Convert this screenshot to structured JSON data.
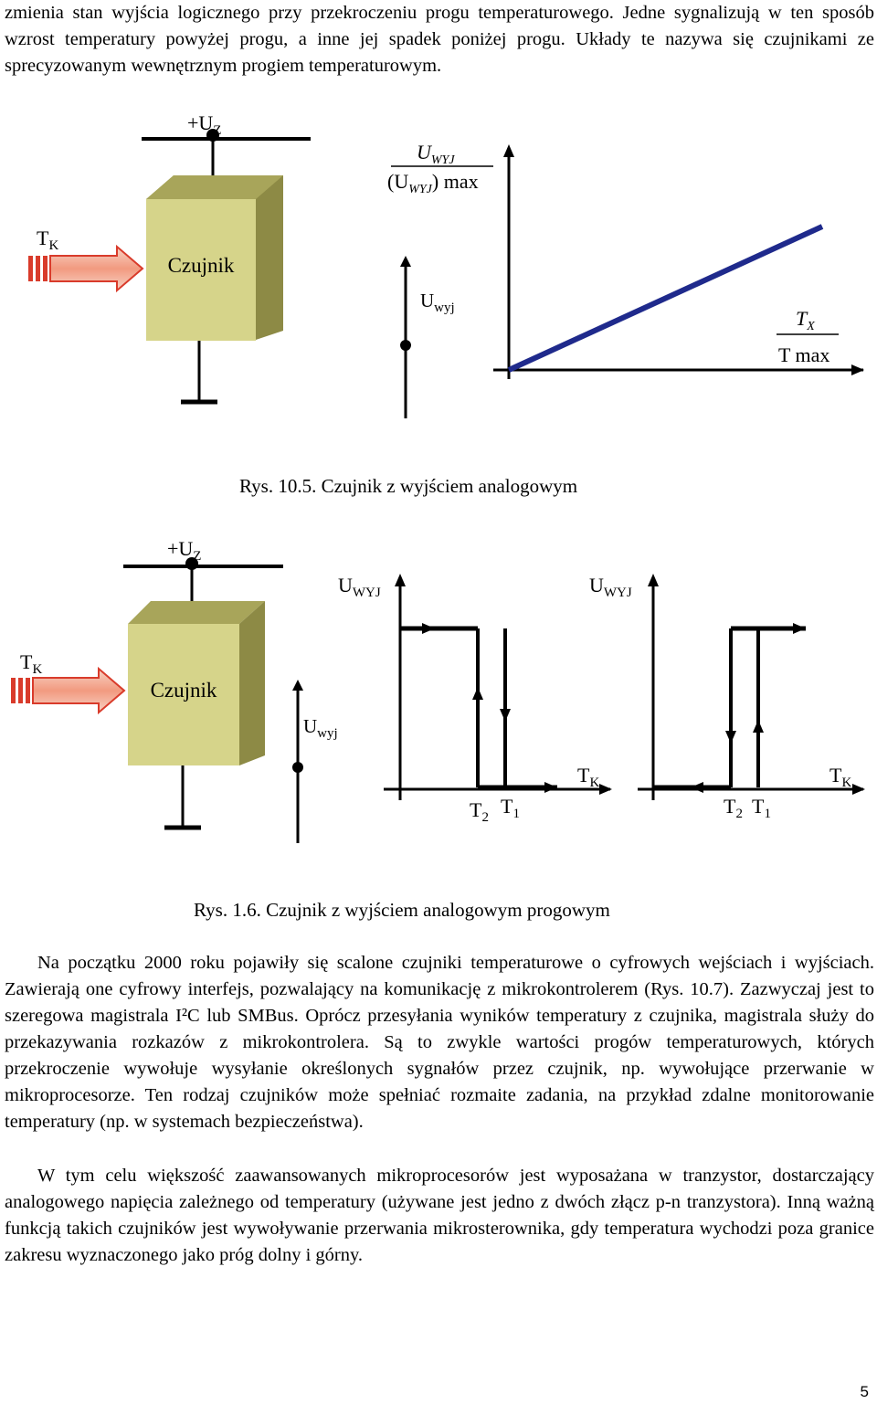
{
  "intro_text": "zmienia stan wyjścia logicznego przy przekroczeniu progu temperaturowego. Jedne sygnalizują w ten sposób wzrost temperatury powyżej progu, a inne jej spadek poniżej progu. Układy te nazywa się czujnikami ze sprecyzowanym wewnętrznym progiem temperaturowym.",
  "figure1": {
    "supply_label": "+U",
    "supply_sub": "Z",
    "input_label": "T",
    "input_sub": "K",
    "sensor_label": "Czujnik",
    "output_label": "U",
    "output_sub": "wyj",
    "y_axis_num": "U",
    "y_axis_num_sub": "WYJ",
    "y_axis_den": "(U",
    "y_axis_den_sub": "WYJ",
    "y_axis_den_tail": ") max",
    "x_axis_num": "T",
    "x_axis_num_sub": "X",
    "x_axis_den": "T max",
    "caption": "Rys. 10.5. Czujnik z wyjściem analogowym",
    "line_color": "#1f2a8c"
  },
  "figure2": {
    "supply_label": "+U",
    "supply_sub": "Z",
    "input_label": "T",
    "input_sub": "K",
    "sensor_label": "Czujnik",
    "output_label": "U",
    "output_sub": "wyj",
    "graph1_y_label": "U",
    "graph1_y_sub": "WYJ",
    "graph2_y_label": "U",
    "graph2_y_sub": "WYJ",
    "graph1_x_label": "T",
    "graph1_x_sub": "K",
    "graph2_x_label": "T",
    "graph2_x_sub": "K",
    "t2": "T",
    "t2_sub": "2",
    "t1": "T",
    "t1_sub": "1",
    "caption": "Rys. 1.6. Czujnik z wyjściem analogowym progowym"
  },
  "paragraph1": "Na początku 2000 roku pojawiły się scalone czujniki temperaturowe o cyfrowych wejściach i wyjściach. Zawierają one cyfrowy interfejs, pozwalający na komunikację z mikrokontrolerem (Rys. 10.7). Zazwyczaj jest to szeregowa magistrala I²C lub SMBus. Oprócz przesyłania wyników temperatury z czujnika, magistrala służy do przekazywania rozkazów z mikrokontrolera. Są to zwykle wartości progów temperaturowych, których przekroczenie wywołuje wysyłanie określonych sygnałów przez czujnik, np. wywołujące przerwanie w mikroprocesorze. Ten rodzaj czujników może spełniać rozmaite zadania, na przykład zdalne monitorowanie temperatury (np. w systemach bezpieczeństwa).",
  "paragraph2": "W tym celu większość zaawansowanych mikroprocesorów jest wyposażana w tranzystor, dostarczający analogowego napięcia zależnego od temperatury (używane jest jedno z dwóch złącz p-n tranzystora). Inną ważną funkcją takich czujników jest wywoływanie przerwania mikrosterownika, gdy temperatura wychodzi poza granice zakresu wyznaczonego jako próg dolny i górny.",
  "page_number": "5",
  "colors": {
    "box_front": "#d6d48a",
    "box_top": "#a8a55a",
    "box_side": "#8d8a45",
    "arrow_fill": "#f4b8a2",
    "arrow_stroke": "#d93b2b"
  }
}
